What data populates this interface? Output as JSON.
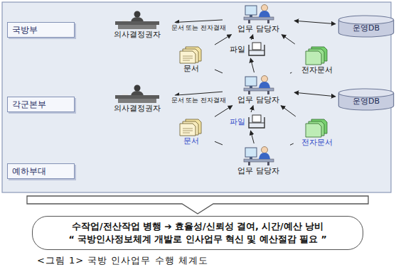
{
  "diagram": {
    "caption": "<그림 1> 국방 인사업무 수행 체계도",
    "nodes": [
      {
        "text": [
          "국방부"
        ]
      },
      {
        "text": [
          "의사결정권자"
        ]
      },
      {
        "text": [
          "업무 담당자"
        ]
      },
      {
        "text": [
          "운영DB"
        ]
      },
      {
        "text": [
          "각군본부"
        ]
      },
      {
        "text": [
          "의사결정권자"
        ]
      },
      {
        "text": [
          "업무 담당자"
        ]
      },
      {
        "text": [
          "운영DB"
        ]
      },
      {
        "text": [
          "예하부대"
        ]
      },
      {
        "text": [
          "업무 담당자"
        ]
      },
      {
        "text": [
          "문서"
        ]
      },
      {
        "text": [
          "파일"
        ]
      },
      {
        "text": [
          "전자문서"
        ]
      },
      {
        "text": [
          "문서"
        ]
      },
      {
        "text": [
          "파일"
        ]
      },
      {
        "text": [
          "전자문서"
        ]
      },
      {
        "text": [
          "수작업/전산작업 병행 ➔ 효율성/신뢰성 결여, 시간/예산 낭비",
          "“ 국방인사정보체계 개발로 인사업무 혁신 및 예산절감 필요 ”"
        ]
      }
    ],
    "edges": [
      {
        "from": 2,
        "to": 1,
        "label": "문서 또는 전자결재",
        "arrow": "to"
      },
      {
        "from": 2,
        "to": 3,
        "arrow": "both"
      },
      {
        "from": 6,
        "to": 5,
        "label": "문서 또는 전자결재",
        "arrow": "to"
      },
      {
        "from": 6,
        "to": 7,
        "arrow": "both"
      },
      {
        "from": 10,
        "to": 2,
        "arrow": "to"
      },
      {
        "from": 11,
        "to": 2,
        "arrow": "to"
      },
      {
        "from": 12,
        "to": 2,
        "arrow": "to"
      },
      {
        "from": 6,
        "to": 11,
        "arrow": "to"
      },
      {
        "from": 6,
        "to": 10,
        "arrow": "none"
      },
      {
        "from": 6,
        "to": 12,
        "arrow": "none"
      },
      {
        "from": 13,
        "to": 6,
        "arrow": "to"
      },
      {
        "from": 14,
        "to": 6,
        "arrow": "to"
      },
      {
        "from": 15,
        "to": 6,
        "arrow": "to"
      },
      {
        "from": 9,
        "to": 14,
        "arrow": "to"
      },
      {
        "from": 9,
        "to": 13,
        "arrow": "none"
      },
      {
        "from": 9,
        "to": 15,
        "arrow": "none"
      }
    ]
  }
}
